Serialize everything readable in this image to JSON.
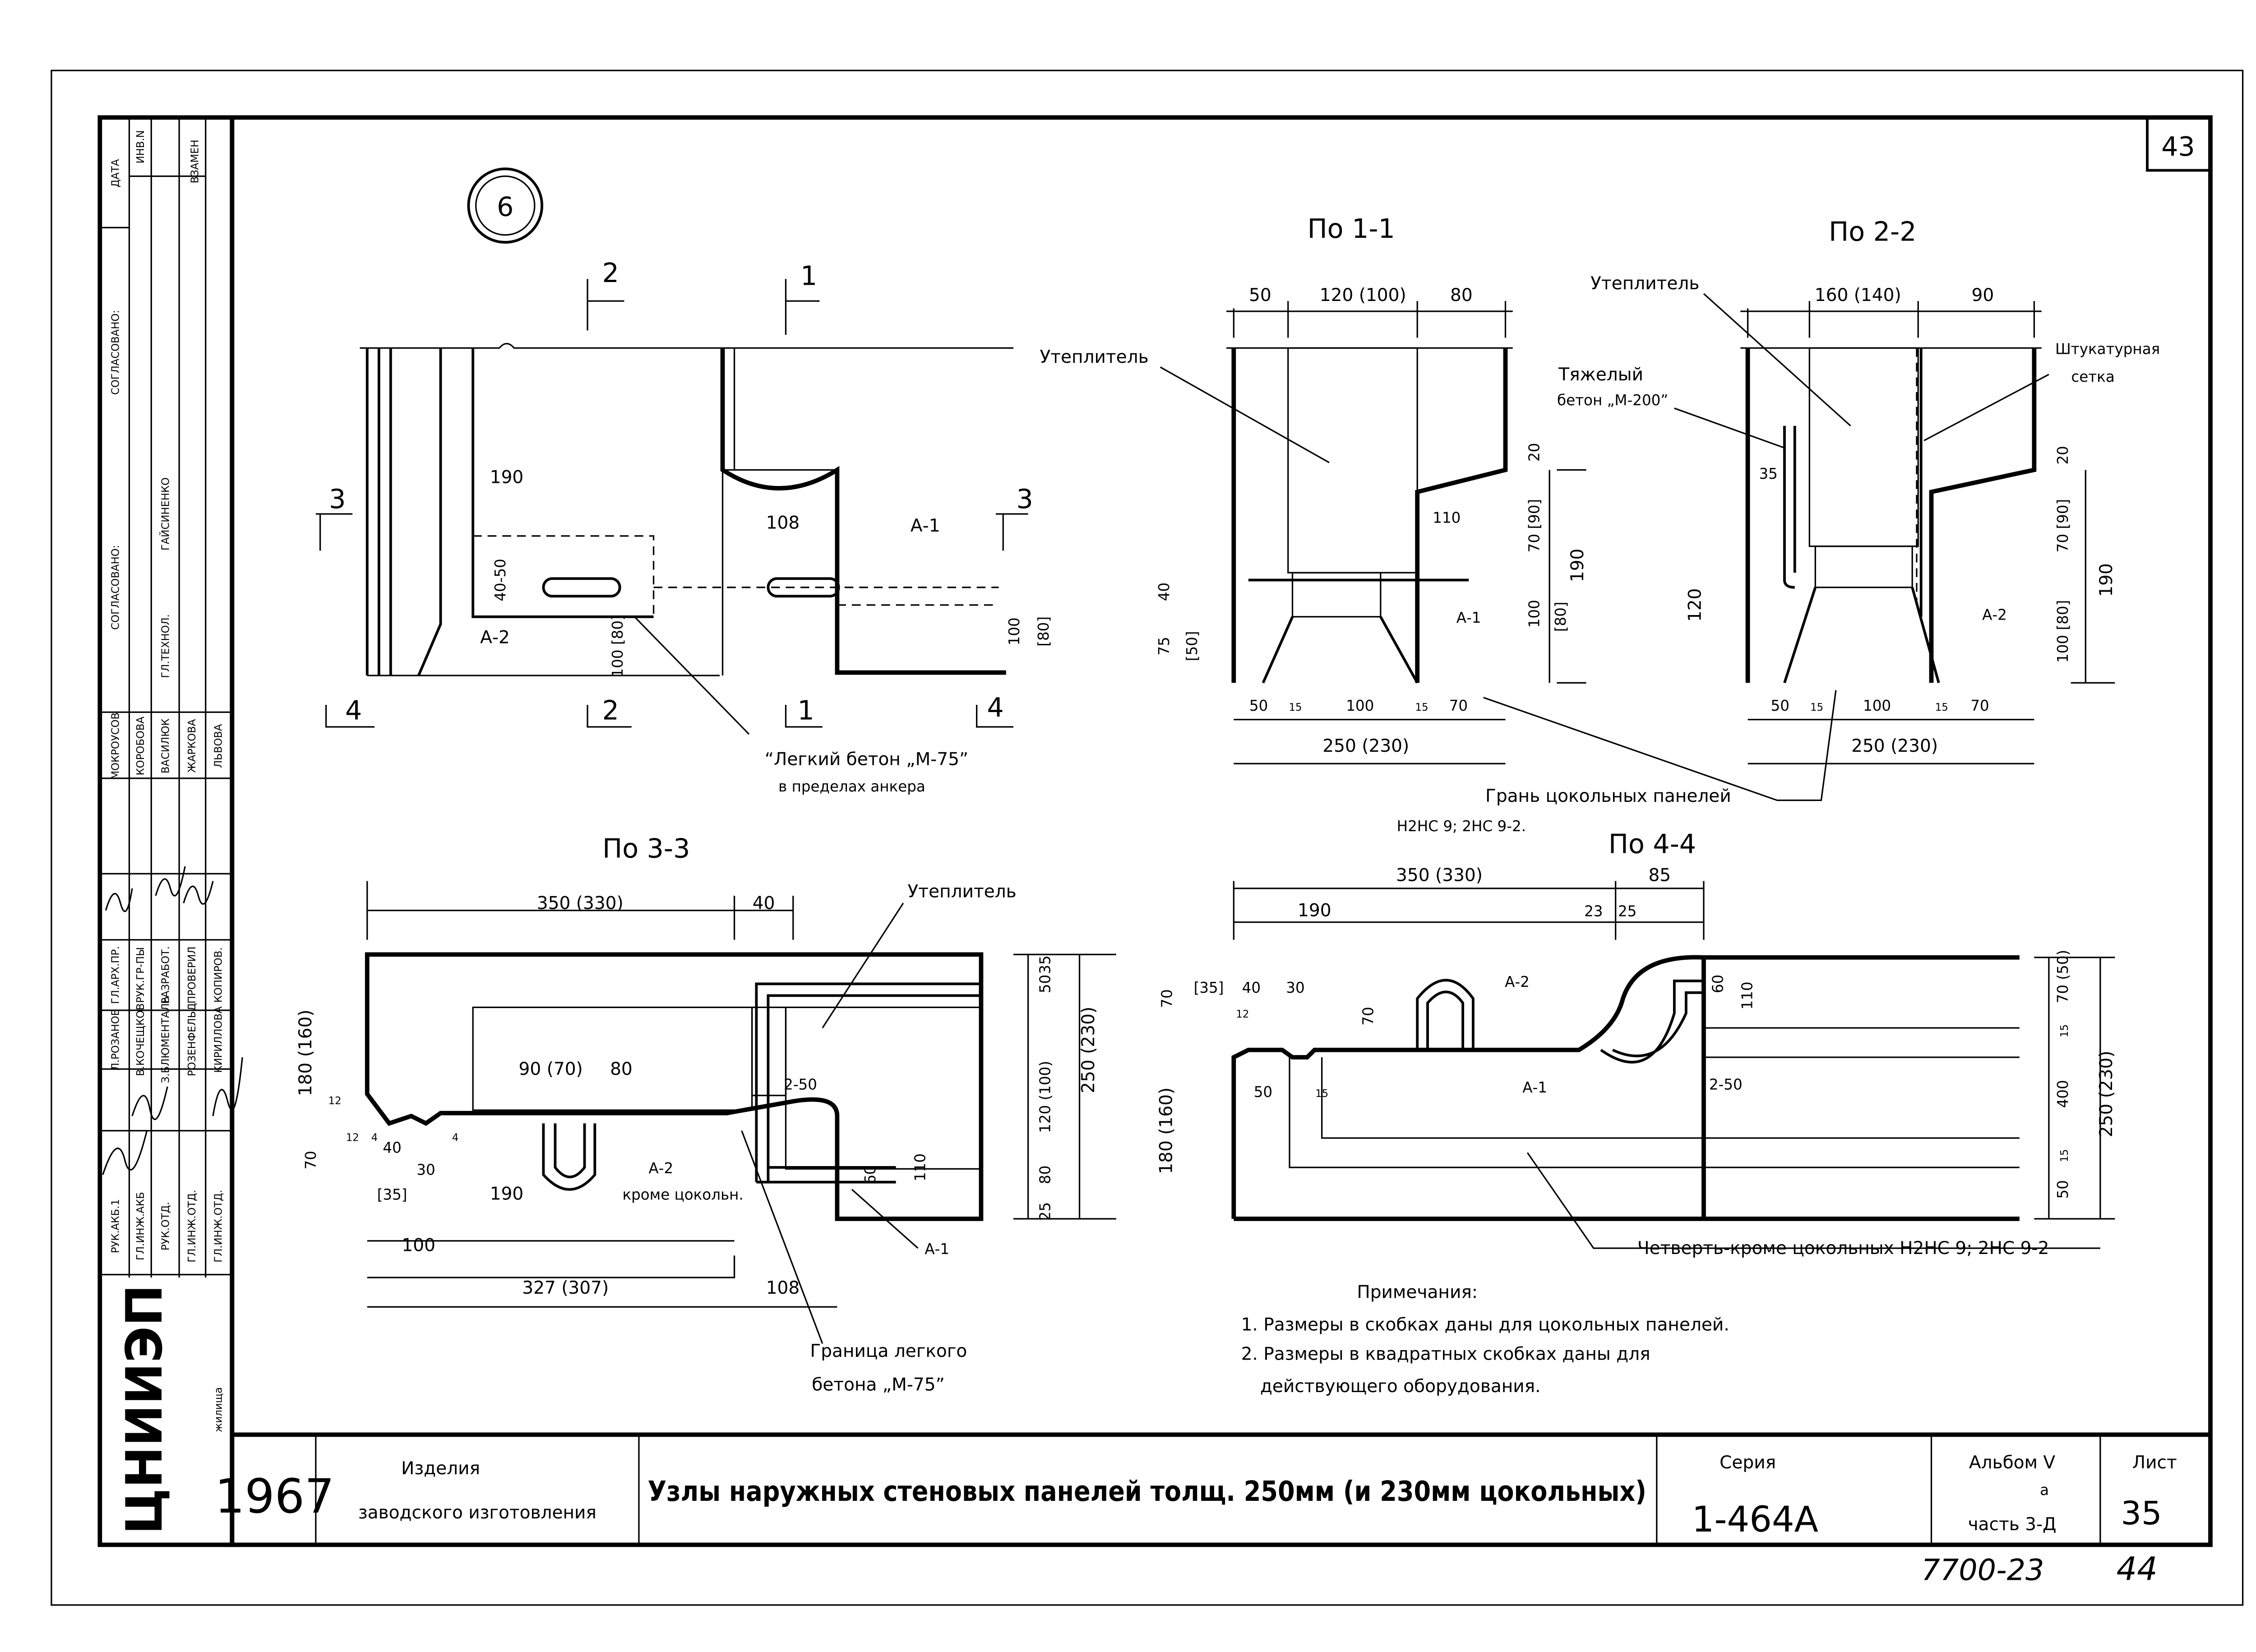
{
  "sheet": {
    "number_top": "43",
    "circle_number": "6",
    "bottom_code": "7700-23",
    "bottom_page": "44"
  },
  "sections": {
    "s11": "По 1-1",
    "s22": "По 2-2",
    "s33": "По 3-3",
    "s44": "По 4-4"
  },
  "plan": {
    "m2a": "2",
    "m1a": "1",
    "m3a": "3",
    "m3b": "3",
    "m4a": "4",
    "m2b": "2",
    "m1b": "1",
    "m4b": "4",
    "d190": "190",
    "d4050": "40-50",
    "d108": "108",
    "a1": "А-1",
    "a2": "А-2",
    "d10080": "100 [80]",
    "d100": "100",
    "d80": "[80]",
    "note1": "“Легкий бетон „М-75”",
    "note2": "в пределах анкера"
  },
  "sec11": {
    "d50": "50",
    "d120": "120 (100)",
    "d80": "80",
    "insul": "Утеплитель",
    "d20": "20",
    "d110": "110",
    "d7090": "70 [90]",
    "d190": "190",
    "d40": "40",
    "a1": "А-1",
    "d100": "100",
    "d80b": "[80]",
    "d75": "75",
    "d50b": "[50]",
    "b50": "50",
    "b15a": "15",
    "b100": "100",
    "b15b": "15",
    "b70": "70",
    "d250": "250 (230)",
    "edge1": "Грань цокольных панелей",
    "edge2": "Н2НС 9; 2НС 9-2."
  },
  "sec22": {
    "d160": "160 (140)",
    "d90": "90",
    "insul": "Утеплитель",
    "heavy1": "Тяжелый",
    "heavy2": "бетон „М-200”",
    "mesh1": "Штукатурная",
    "mesh2": "сетка",
    "d35": "35",
    "d20": "20",
    "d120": "120",
    "d7090": "70 [90]",
    "d190": "190",
    "a2": "А-2",
    "d10080": "100 [80]",
    "b50": "50",
    "b15a": "15",
    "b100": "100",
    "b15b": "15",
    "b70": "70",
    "d250": "250 (230)"
  },
  "sec33": {
    "d350": "350 (330)",
    "d40": "40",
    "insul": "Утеплитель",
    "d35": "35",
    "d50": "50",
    "d180": "180 (160)",
    "d12a": "12",
    "d9070": "90 (70)",
    "d80": "80",
    "r250": "2-50",
    "d120": "120 (100)",
    "d250": "250 (230)",
    "d12b": "12",
    "d4a": "4",
    "d40b": "40",
    "d30": "30",
    "d4b": "4",
    "d35b": "[35]",
    "d70": "70",
    "d190": "190",
    "a2": "А-2",
    "except": "кроме цокольн.",
    "d60": "60",
    "d110": "110",
    "d80b": "80",
    "d25": "25",
    "d100": "100",
    "a1": "А-1",
    "d327": "327 (307)",
    "d108": "108",
    "bound1": "Граница легкого",
    "bound2": "бетона „М-75”"
  },
  "sec44": {
    "d350": "350 (330)",
    "d85": "85",
    "d190": "190",
    "d23": "23",
    "d25": "25",
    "d35": "[35]",
    "d40": "40",
    "d30": "30",
    "d12": "12",
    "d70a": "70",
    "d70b": "70",
    "a2": "А-2",
    "d60": "60",
    "d110": "110",
    "d7050": "70 (50)",
    "d15a": "15",
    "a1": "А-1",
    "r250": "2-50",
    "d50a": "50",
    "d15b": "15",
    "d180": "180 (160)",
    "d400": "400",
    "d250": "250 (230)",
    "d15c": "15",
    "d50b": "50",
    "quarter": "Четверть-кроме цокольных Н2НС 9; 2НС 9-2"
  },
  "notes": {
    "heading": "Примечания:",
    "n1": "1. Размеры в скобках даны для цокольных панелей.",
    "n2": "2. Размеры в квадратных скобках даны для",
    "n3": "действующего оборудования."
  },
  "title_block": {
    "year": "1967",
    "category1": "Изделия",
    "category2": "заводского изготовления",
    "title": "Узлы наружных стеновых панелей толщ. 250мм (и 230мм цокольных)",
    "series_label": "Серия",
    "series_value": "1-464А",
    "album1": "Альбом V",
    "album2": "а",
    "album3": "часть 3-Д",
    "sheet_label": "Лист",
    "sheet_value": "35"
  },
  "side_stamp": {
    "org": "ЦНИИЭП",
    "org2": "жилища",
    "date": "ДАТА",
    "agreed1": "СОГЛАСОВАНО:",
    "agreed2": "СОГЛАСОВАНО:",
    "inv": "ИНВ.N",
    "replace": "ВЗАМЕН",
    "col1": [
      "РУК.АКБ.1",
      "Л.РОЗАНОВ",
      "ГЛ.АРХ.ПР.",
      "МОКРОУСОВ"
    ],
    "col2": [
      "ГЛ.ИНЖ.АКБ",
      "В.КОЧЕЩКОВ",
      "РУК.ГР-ПЫ",
      "КОРОБОВА"
    ],
    "col3": [
      "РУК.ОТД.",
      "З.БЛЮМЕНТАЛЬ",
      "РАЗРАБОТ.",
      "ВАСИЛЮК",
      "ГЛ.ТЕХНОЛ.",
      "ГАЙСИНЕНКО"
    ],
    "col4": [
      "ГЛ.ИНЖ.ОТД.",
      "РОЗЕНФЕЛЬД",
      "ПРОВЕРИЛ",
      "ЖАРКОВА"
    ],
    "col5": [
      "ГЛ.ИНЖ.ОТД.",
      "КИРИЛЛОВА",
      "КОПИРОВ.",
      "ЛЬВОВА"
    ]
  }
}
